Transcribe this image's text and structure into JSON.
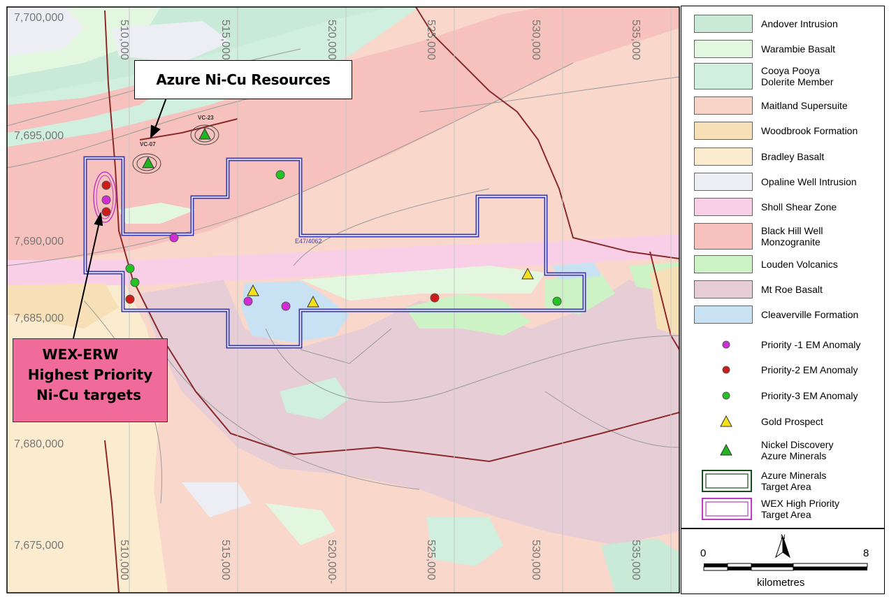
{
  "map": {
    "easting_labels_top": [
      "510,000",
      "515,000",
      "520,000",
      "525,000",
      "530,000",
      "535,000"
    ],
    "easting_labels_bottom": [
      "510,000",
      "515,000",
      "520,000-",
      "525,000",
      "530,000",
      "535,000"
    ],
    "northing_labels": [
      "7,700,000",
      "7,695,000",
      "7,690,000",
      "7,685,000",
      "7,680,000",
      "7,675,000"
    ],
    "tenement_label": "E47/4062",
    "target_labels": [
      "VC-07",
      "VC-23"
    ]
  },
  "callouts": {
    "azure": "Azure Ni-Cu Resources",
    "wex_line1": "WEX-ERW",
    "wex_line2": "Highest Priority",
    "wex_line3": "Ni-Cu targets"
  },
  "legend": {
    "units": [
      {
        "label": "Andover Intrusion",
        "color": "#c9ead7"
      },
      {
        "label": "Warambie Basalt",
        "color": "#e3f7e0"
      },
      {
        "label": "Cooya Pooya\nDolerite Member",
        "color": "#d0efde"
      },
      {
        "label": "Maitland Supersuite",
        "color": "#f8d3c8"
      },
      {
        "label": "Woodbrook Formation",
        "color": "#f7e0b8"
      },
      {
        "label": "Bradley Basalt",
        "color": "#fbeccf"
      },
      {
        "label": "Opaline Well Intrusion",
        "color": "#edeef4"
      },
      {
        "label": "Sholl Shear Zone",
        "color": "#f9cfe8"
      },
      {
        "label": "Black Hill Well\nMonzogranite",
        "color": "#f7c2bd"
      },
      {
        "label": "Louden Volcanics",
        "color": "#cdf2c6"
      },
      {
        "label": "Mt Roe Basalt",
        "color": "#e6cdd6"
      },
      {
        "label": "Cleaverville Formation",
        "color": "#c8e2f3"
      }
    ],
    "symbols": [
      {
        "label": "Priority -1 EM Anomaly",
        "icon": "magenta-dot",
        "color": "#d22cd6"
      },
      {
        "label": "Priority-2 EM Anomaly",
        "icon": "red-dot",
        "color": "#cf1a1a"
      },
      {
        "label": "Priority-3 EM Anomaly",
        "icon": "green-dot",
        "color": "#22c322"
      },
      {
        "label": "Gold Prospect",
        "icon": "yellow-triangle",
        "color": "#f5e01e"
      },
      {
        "label": "Nickel Discovery\nAzure Minerals",
        "icon": "green-triangle",
        "color": "#22b522"
      },
      {
        "label": "Azure Minerals\nTarget Area",
        "icon": "green-box",
        "color": "#1b4d1b"
      },
      {
        "label": "WEX High Priority\nTarget Area",
        "icon": "magenta-box",
        "color": "#c03cc3"
      }
    ]
  },
  "scale_bar": {
    "min": "0",
    "max": "8",
    "unit": "kilometres",
    "north_label": "N"
  }
}
